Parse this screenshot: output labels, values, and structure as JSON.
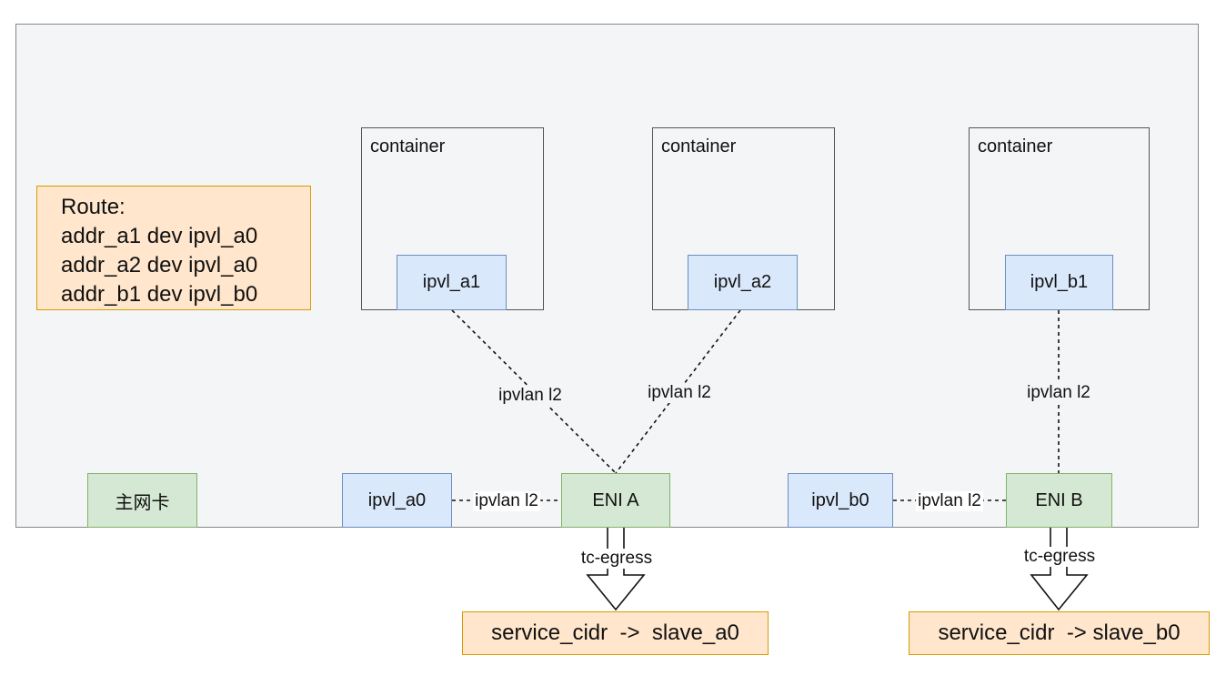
{
  "diagram": {
    "containers": [
      {
        "title": "container"
      },
      {
        "title": "container"
      },
      {
        "title": "container"
      }
    ],
    "route": {
      "lines": [
        "Route:",
        "addr_a1 dev ipvl_a0",
        "addr_a2 dev ipvl_a0",
        "addr_b1 dev ipvl_b0"
      ]
    },
    "nodes": {
      "ipvl_a1": "ipvl_a1",
      "ipvl_a2": "ipvl_a2",
      "ipvl_b1": "ipvl_b1",
      "main_nic": "主网卡",
      "ipvl_a0": "ipvl_a0",
      "eni_a": "ENI A",
      "ipvl_b0": "ipvl_b0",
      "eni_b": "ENI B"
    },
    "edges": {
      "a1_to_enia": "ipvlan l2",
      "a2_to_enia": "ipvlan l2",
      "b1_to_enib": "ipvlan l2",
      "a0_to_enia": "ipvlan l2",
      "b0_to_enib": "ipvlan l2",
      "enia_egress": "tc-egress",
      "enib_egress": "tc-egress"
    },
    "services": {
      "a": "service_cidr  ->  slave_a0",
      "b": "service_cidr  -> slave_b0"
    },
    "colors": {
      "host_fill": "#f4f5f7",
      "blue_fill": "#dae8fc",
      "blue_stroke": "#6c8ebf",
      "green_fill": "#d5e8d4",
      "green_stroke": "#82b366",
      "orange_fill": "#ffe6cc",
      "orange_stroke": "#d79b00"
    }
  }
}
